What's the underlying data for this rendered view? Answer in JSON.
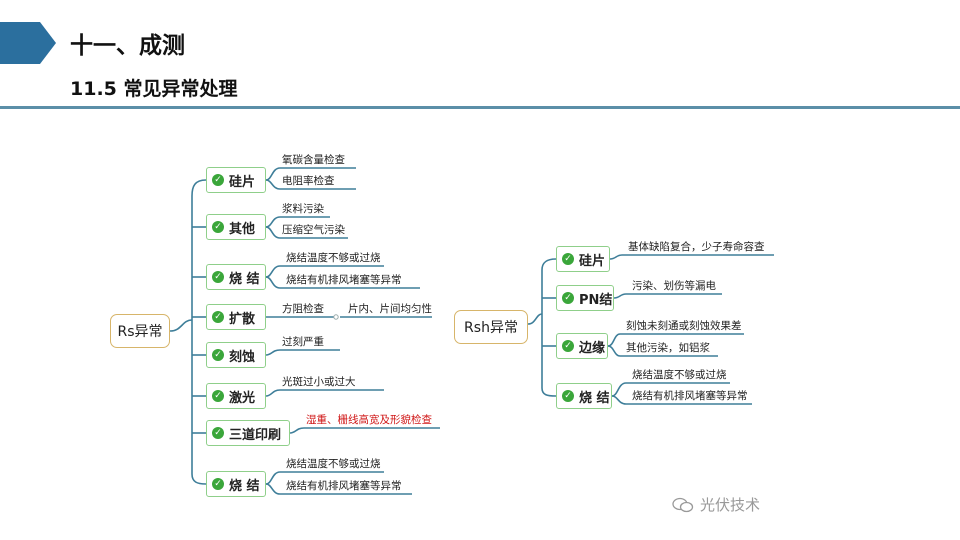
{
  "header": {
    "title": "十一、成测",
    "subtitle": "11.5 常见异常处理"
  },
  "colors": {
    "accent": "#2b6f9e",
    "rule": "#5b8fa8",
    "root_border": "#d7b56a",
    "branch_border": "#8fcf8a",
    "check": "#3aa63a",
    "connector": "#3e7e99",
    "highlight": "#d01818"
  },
  "mindmap_rs": {
    "root": "Rs异常",
    "branches": [
      {
        "label": "硅片",
        "leaves": [
          "氧碳含量检查",
          "电阻率检查"
        ]
      },
      {
        "label": "其他",
        "leaves": [
          "浆料污染",
          "压缩空气污染"
        ]
      },
      {
        "label": "烧 结",
        "leaves": [
          "烧结温度不够或过烧",
          "烧结有机排风堵塞等异常"
        ]
      },
      {
        "label": "扩散",
        "leaves": [
          "方阻检查",
          "片内、片间均匀性"
        ]
      },
      {
        "label": "刻蚀",
        "leaves": [
          "过刻严重"
        ]
      },
      {
        "label": "激光",
        "leaves": [
          "光斑过小或过大"
        ]
      },
      {
        "label": "三道印刷",
        "leaves": [
          "湿重、栅线高宽及形貌检查"
        ]
      },
      {
        "label": "烧 结",
        "leaves": [
          "烧结温度不够或过烧",
          "烧结有机排风堵塞等异常"
        ]
      }
    ]
  },
  "mindmap_rsh": {
    "root": "Rsh异常",
    "branches": [
      {
        "label": "硅片",
        "leaves": [
          "基体缺陷复合，少子寿命容查"
        ]
      },
      {
        "label": "PN结",
        "leaves": [
          "污染、划伤等漏电"
        ]
      },
      {
        "label": "边缘",
        "leaves": [
          "刻蚀未刻通或刻蚀效果差",
          "其他污染，如铝浆"
        ]
      },
      {
        "label": "烧 结",
        "leaves": [
          "烧结温度不够或过烧",
          "烧结有机排风堵塞等异常"
        ]
      }
    ]
  },
  "watermark": "光伏技术",
  "icons": [
    "chevron-arrow-icon",
    "check-circle-icon",
    "wechat-icon"
  ]
}
